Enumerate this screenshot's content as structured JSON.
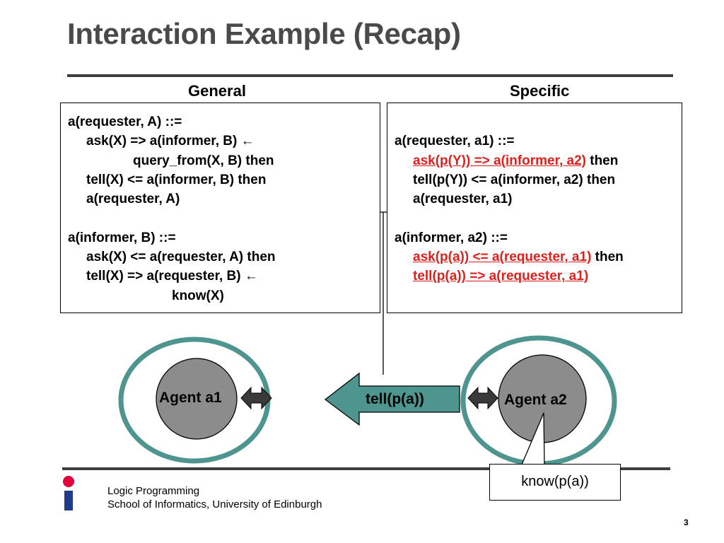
{
  "slide": {
    "title": "Interaction Example (Recap)",
    "page_number": "3"
  },
  "general": {
    "heading": "General",
    "lines": [
      {
        "indent": 0,
        "text": "a(requester, A) ::=",
        "arrow": false
      },
      {
        "indent": 1,
        "text": "ask(X) => a(informer, B) ",
        "arrow": true
      },
      {
        "indent": 2,
        "text": "query_from(X, B) then",
        "arrow": false
      },
      {
        "indent": 1,
        "text": "tell(X) <= a(informer, B) then",
        "arrow": false
      },
      {
        "indent": 1,
        "text": "a(requester, A)",
        "arrow": false
      },
      {
        "indent": 0,
        "text": "",
        "arrow": false
      },
      {
        "indent": 0,
        "text": "a(informer, B) ::=",
        "arrow": false
      },
      {
        "indent": 1,
        "text": "ask(X) <= a(requester, A) then",
        "arrow": false
      },
      {
        "indent": 1,
        "text": "tell(X) => a(requester, B) ",
        "arrow": true
      },
      {
        "indent": 3,
        "text": "know(X)",
        "arrow": false
      }
    ]
  },
  "specific": {
    "heading": "Specific",
    "lines": [
      {
        "indent": 0,
        "red": "",
        "text": "",
        "after": ""
      },
      {
        "indent": 0,
        "red": "",
        "text": "a(requester, a1) ::=",
        "after": ""
      },
      {
        "indent": 1,
        "red": "ask(p(Y)) => a(informer, a2)",
        "text": "",
        "after": " then"
      },
      {
        "indent": 1,
        "red": "",
        "text": "tell(p(Y)) <= a(informer, a2) then",
        "after": ""
      },
      {
        "indent": 1,
        "red": "",
        "text": "a(requester, a1)",
        "after": ""
      },
      {
        "indent": 0,
        "red": "",
        "text": "",
        "after": ""
      },
      {
        "indent": 0,
        "red": "",
        "text": "a(informer, a2) ::=",
        "after": ""
      },
      {
        "indent": 1,
        "red": "ask(p(a)) <= a(requester, a1)",
        "text": "",
        "after": " then"
      },
      {
        "indent": 1,
        "red": "tell(p(a)) => a(requester, a1)",
        "text": "",
        "after": ""
      }
    ]
  },
  "diagram": {
    "agent1_label": "Agent a1",
    "agent2_label": "Agent a2",
    "message_label": "tell(p(a))",
    "callout_label": "know(p(a))",
    "colors": {
      "ring": "#4f958f",
      "agent_fill": "#8c8c8c",
      "arrow_fill": "#4f958f",
      "double_arrow": "#3a3a3a"
    }
  },
  "footer": {
    "line1": "Logic Programming",
    "line2": "School of Informatics, University of Edinburgh",
    "logo_colors": {
      "dot": "#e2003a",
      "bar": "#1e3b8c"
    }
  }
}
